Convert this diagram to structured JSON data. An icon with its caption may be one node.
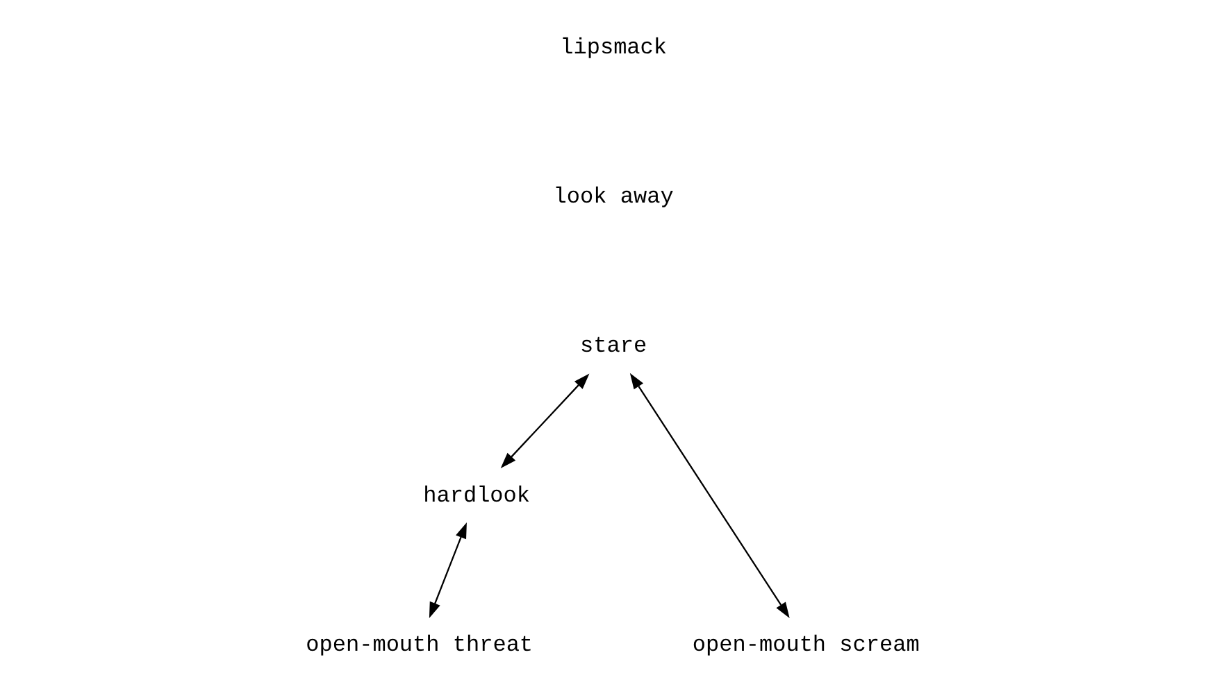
{
  "diagram": {
    "nodes": [
      {
        "text": [
          "stare"
        ]
      },
      {
        "text": [
          "hardlook"
        ]
      },
      {
        "text": [
          "open-mouth threat"
        ]
      },
      {
        "text": [
          "open-mouth scream"
        ]
      }
    ],
    "edges": [
      {
        "from": 0,
        "to": 3,
        "arrow": "both"
      },
      {
        "from": 0,
        "to": 1,
        "arrow": "both"
      },
      {
        "from": 1,
        "to": 2,
        "arrow": "both"
      }
    ],
    "labels": [
      "lipsmack",
      "look away"
    ]
  }
}
